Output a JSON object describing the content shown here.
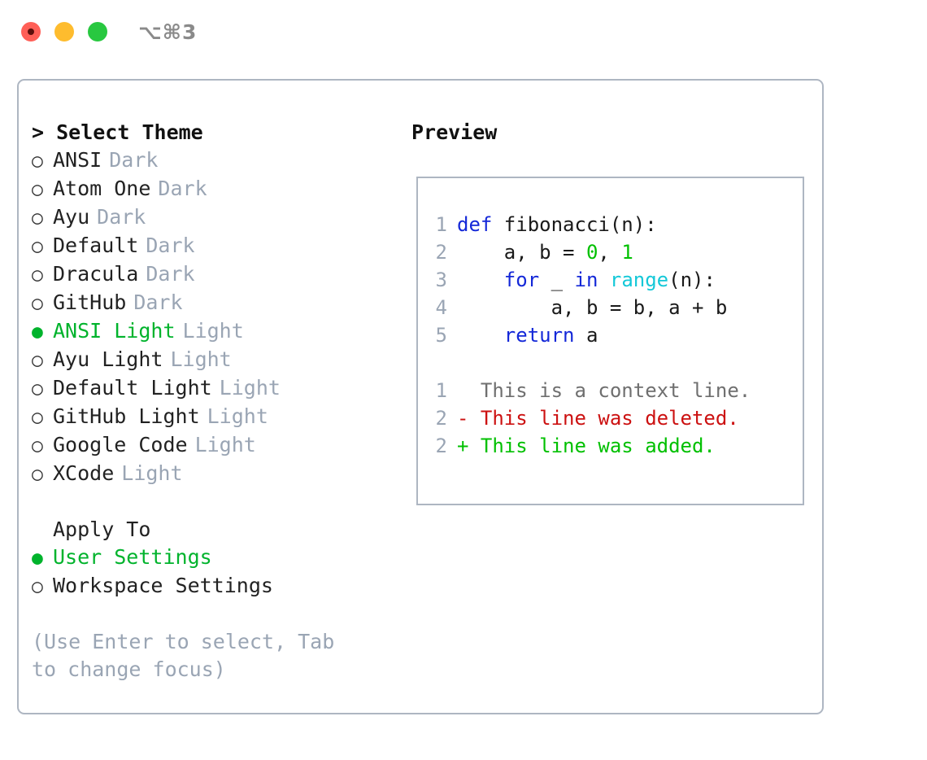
{
  "titlebar": {
    "shortcut": "⌥⌘3",
    "buttons": [
      {
        "name": "close",
        "color": "#FF5F57"
      },
      {
        "name": "minimize",
        "color": "#FEBC2E"
      },
      {
        "name": "maximize",
        "color": "#28C840"
      }
    ]
  },
  "theme_panel": {
    "header": "> Select Theme",
    "bullet_selected": "●",
    "bullet_unselected": "○",
    "items": [
      {
        "name": "ANSI",
        "tag": "Dark",
        "selected": false
      },
      {
        "name": "Atom One",
        "tag": "Dark",
        "selected": false
      },
      {
        "name": "Ayu",
        "tag": "Dark",
        "selected": false
      },
      {
        "name": "Default",
        "tag": "Dark",
        "selected": false
      },
      {
        "name": "Dracula",
        "tag": "Dark",
        "selected": false
      },
      {
        "name": "GitHub",
        "tag": "Dark",
        "selected": false
      },
      {
        "name": "ANSI Light",
        "tag": "Light",
        "selected": true
      },
      {
        "name": "Ayu Light",
        "tag": "Light",
        "selected": false
      },
      {
        "name": "Default Light",
        "tag": "Light",
        "selected": false
      },
      {
        "name": "GitHub Light",
        "tag": "Light",
        "selected": false
      },
      {
        "name": "Google Code",
        "tag": "Light",
        "selected": false
      },
      {
        "name": "XCode",
        "tag": "Light",
        "selected": false
      }
    ]
  },
  "apply_to": {
    "header": "Apply To",
    "items": [
      {
        "name": "User Settings",
        "selected": true
      },
      {
        "name": "Workspace Settings",
        "selected": false
      }
    ]
  },
  "hint": "(Use Enter to select, Tab to change focus)",
  "preview": {
    "header": "Preview",
    "code_lines": [
      {
        "no": "1",
        "tokens": [
          {
            "t": "def ",
            "c": "k-keyword"
          },
          {
            "t": "fibonacci(n):",
            "c": "k-plain"
          }
        ]
      },
      {
        "no": "2",
        "tokens": [
          {
            "t": "    a, b = ",
            "c": "k-plain"
          },
          {
            "t": "0",
            "c": "k-number"
          },
          {
            "t": ", ",
            "c": "k-plain"
          },
          {
            "t": "1",
            "c": "k-number"
          }
        ]
      },
      {
        "no": "3",
        "tokens": [
          {
            "t": "    ",
            "c": "k-plain"
          },
          {
            "t": "for",
            "c": "k-keyword"
          },
          {
            "t": " _ ",
            "c": "k-plain"
          },
          {
            "t": "in",
            "c": "k-keyword"
          },
          {
            "t": " ",
            "c": "k-plain"
          },
          {
            "t": "range",
            "c": "k-builtin"
          },
          {
            "t": "(n):",
            "c": "k-plain"
          }
        ]
      },
      {
        "no": "4",
        "tokens": [
          {
            "t": "        a, b = b, a + b",
            "c": "k-plain"
          }
        ]
      },
      {
        "no": "5",
        "tokens": [
          {
            "t": "    ",
            "c": "k-plain"
          },
          {
            "t": "return",
            "c": "k-keyword"
          },
          {
            "t": " a",
            "c": "k-plain"
          }
        ]
      }
    ],
    "diff_lines": [
      {
        "no": "1",
        "tokens": [
          {
            "t": "  This is a context line.",
            "c": "k-context"
          }
        ]
      },
      {
        "no": "2",
        "tokens": [
          {
            "t": "- This line was deleted.",
            "c": "k-del"
          }
        ]
      },
      {
        "no": "2",
        "tokens": [
          {
            "t": "+ This line was added.",
            "c": "k-add"
          }
        ]
      }
    ]
  },
  "colors": {
    "accent_green": "#00B32C",
    "muted": "#9aa5b4",
    "border": "#aeb6c2",
    "keyword": "#1428D8",
    "builtin": "#14C8D8",
    "number": "#00C000",
    "deleted": "#CC1111",
    "added": "#00C000"
  }
}
